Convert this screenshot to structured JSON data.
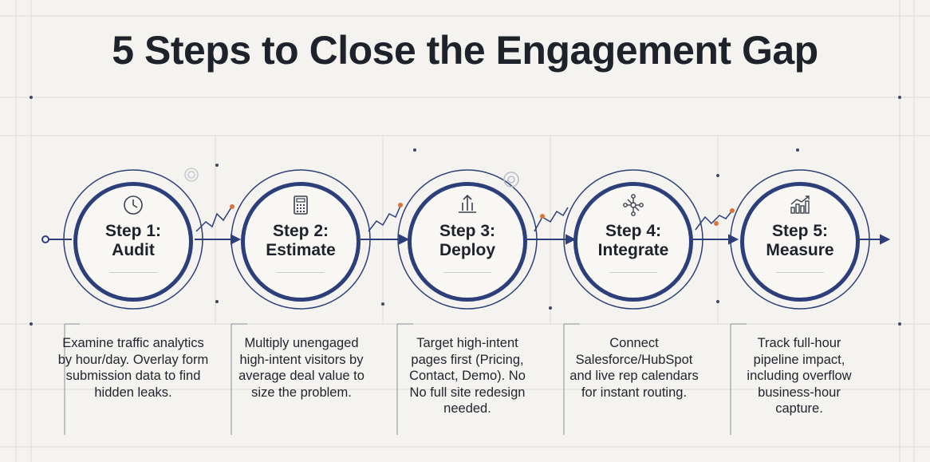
{
  "title": "5 Steps to Close the Engagement Gap",
  "colors": {
    "navy": "#2c3f7a",
    "accent": "#d9743a",
    "background": "#f4f3ef"
  },
  "steps": [
    {
      "line1": "Step 1:",
      "line2": "Audit",
      "icon": "clock-icon",
      "description": "Examine traffic analytics by hour/day. Overlay form submission data to find hidden leaks."
    },
    {
      "line1": "Step 2:",
      "line2": "Estimate",
      "icon": "calculator-icon",
      "description": "Multiply unengaged high-intent visitors by average deal value to size the problem."
    },
    {
      "line1": "Step 3:",
      "line2": "Deploy",
      "icon": "deploy-icon",
      "description": "Target high-intent pages first (Pricing, Contact, Demo). No No full site redesign needed."
    },
    {
      "line1": "Step 4:",
      "line2": "Integrate",
      "icon": "network-icon",
      "description": "Connect Salesforce/HubSpot and live rep calendars for instant routing."
    },
    {
      "line1": "Step 5:",
      "line2": "Measure",
      "icon": "growth-chart-icon",
      "description": "Track full-hour pipeline impact, including overflow business-hour capture."
    }
  ]
}
